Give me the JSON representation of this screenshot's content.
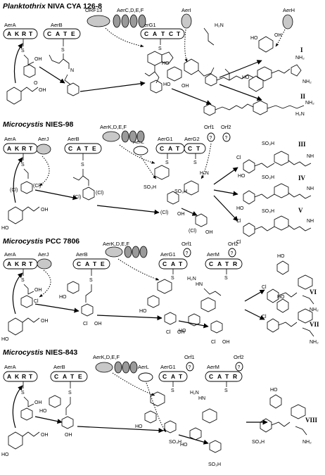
{
  "sections": [
    {
      "title_italic": "Planktothrix",
      "title_rest": " NIVA CYA 126-8",
      "genes": [
        "AerA",
        "AerB",
        "ORF13",
        "AerC,D,E,F",
        "AerG1",
        "AerI",
        "AerH"
      ],
      "domains": [
        "A",
        "K",
        "R",
        "T",
        "C",
        "A",
        "T",
        "E",
        "C",
        "A",
        "T",
        "C",
        "T"
      ],
      "products": [
        "I",
        "II"
      ]
    },
    {
      "title_italic": "Microcystis",
      "title_rest": " NIES-98",
      "genes": [
        "AerA",
        "AerJ",
        "AerB",
        "AerK,D,E,F",
        "AerL",
        "AerG1",
        "AerG2",
        "Orf1",
        "Orf2"
      ],
      "domains": [
        "A",
        "K",
        "R",
        "T",
        "C",
        "A",
        "T",
        "E",
        "C",
        "A",
        "T",
        "C",
        "T"
      ],
      "products": [
        "III",
        "IV",
        "V"
      ]
    },
    {
      "title_italic": "Microcystis",
      "title_rest": " PCC 7806",
      "genes": [
        "AerA",
        "AerJ",
        "AerB",
        "AerK,D,E,F",
        "AerG1",
        "Orf1",
        "AerM",
        "Orf2"
      ],
      "domains": [
        "A",
        "K",
        "R",
        "T",
        "C",
        "A",
        "T",
        "E",
        "C",
        "A",
        "T",
        "C",
        "A",
        "T",
        "R"
      ],
      "products": [
        "VI",
        "VII"
      ]
    },
    {
      "title_italic": "Microcystis",
      "title_rest": " NIES-843",
      "genes": [
        "AerA",
        "AerB",
        "AerK,D,E,F",
        "AerL",
        "AerG1",
        "Orf1",
        "AerM",
        "Orf2"
      ],
      "domains": [
        "A",
        "K",
        "R",
        "T",
        "C",
        "A",
        "T",
        "E",
        "C",
        "A",
        "T",
        "C",
        "A",
        "T",
        "R"
      ],
      "products": [
        "VIII"
      ]
    }
  ],
  "glyphs": {
    "unknown": "?"
  },
  "chem_labels": {
    "oh": "OH",
    "ho": "HO",
    "o": "O",
    "s": "S",
    "n": "N",
    "nh": "NH",
    "h2n": "H₂N",
    "hn": "HN",
    "nh2": "NH₂",
    "cl": "Cl",
    "cl_paren": "(Cl)",
    "so3h": "SO₃H"
  }
}
